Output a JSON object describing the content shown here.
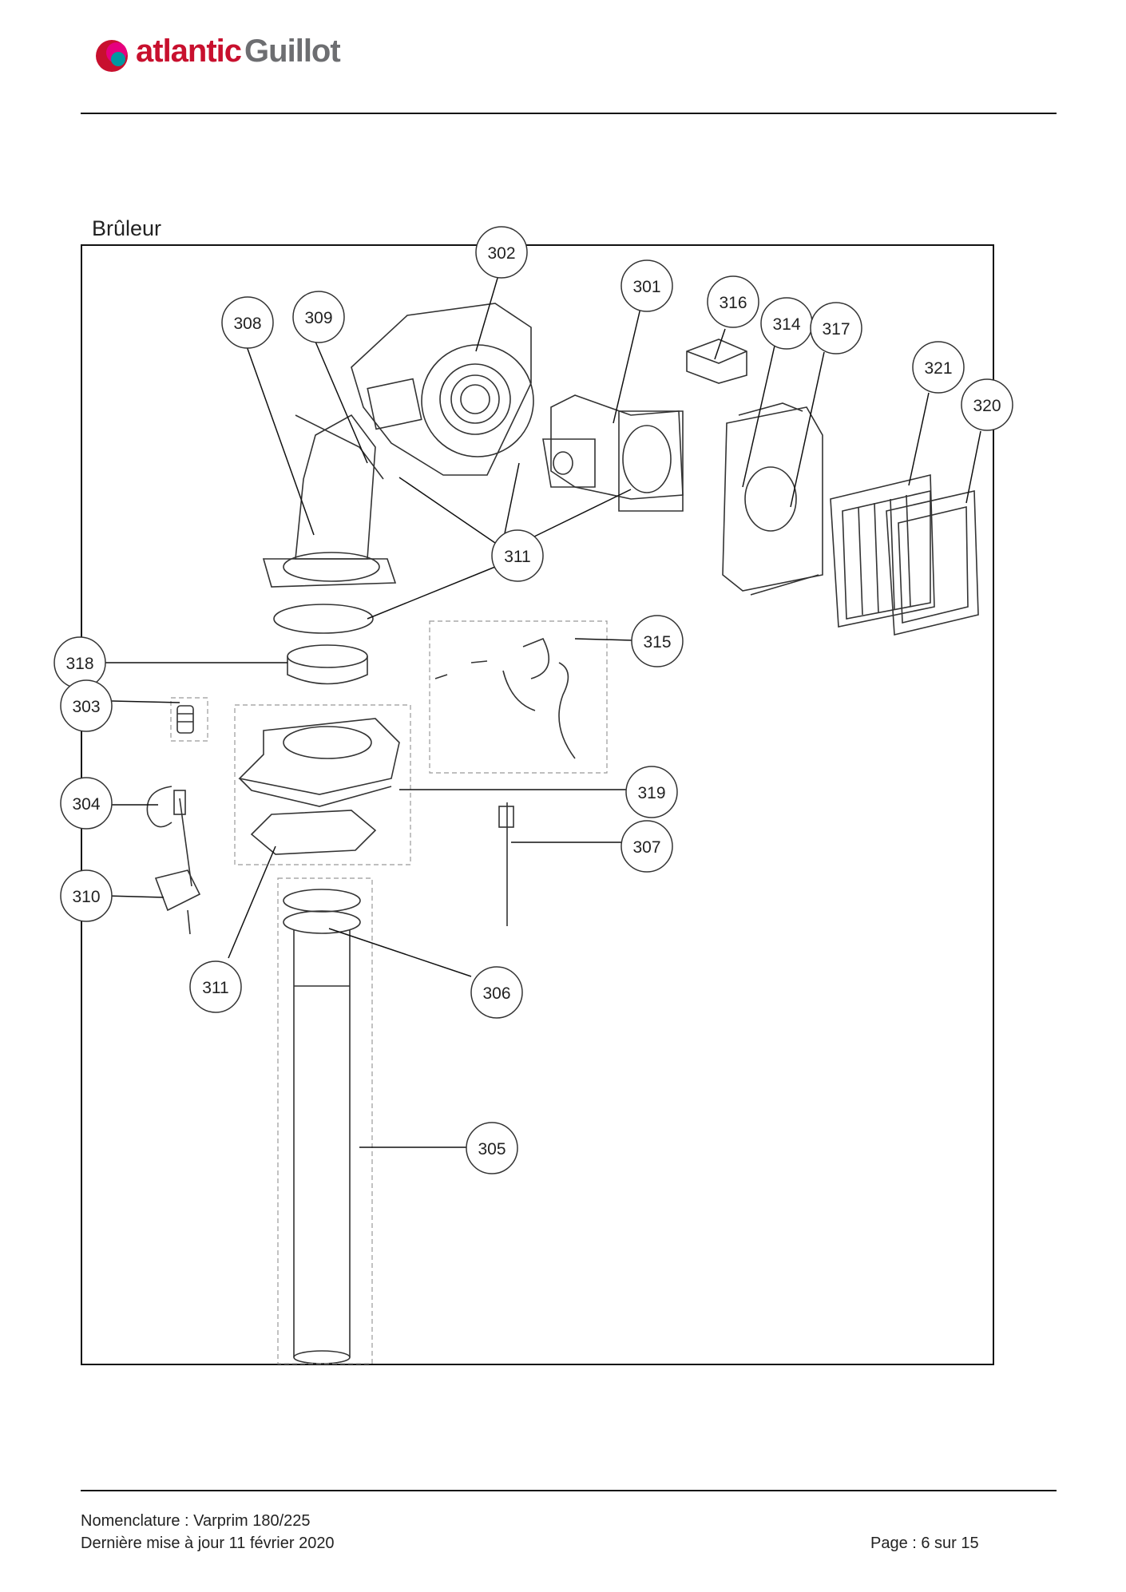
{
  "header": {
    "brand_primary": "atlantic",
    "brand_secondary": "Guillot",
    "colors": {
      "red": "#c8102e",
      "magenta": "#e6007e",
      "teal": "#0098a1",
      "grey": "#6d6e71"
    }
  },
  "section": {
    "title": "Brûleur"
  },
  "diagram": {
    "callouts": [
      "302",
      "301",
      "316",
      "314",
      "317",
      "308",
      "309",
      "321",
      "320",
      "311",
      "315",
      "318",
      "303",
      "319",
      "304",
      "307",
      "310",
      "311",
      "306",
      "305"
    ]
  },
  "footer": {
    "line1": "Nomenclature : Varprim 180/225",
    "line2": "Dernière mise à jour 11 février 2020",
    "page": "Page : 6 sur 15"
  }
}
